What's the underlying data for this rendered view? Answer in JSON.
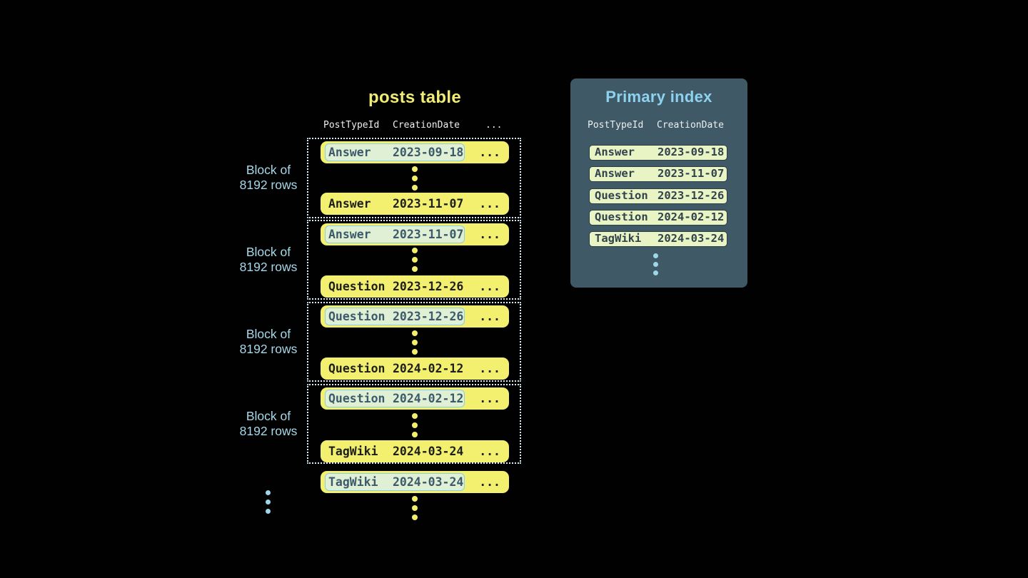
{
  "colors": {
    "background": "#010102",
    "row_yellow": "#f4f06f",
    "row_text": "#1d1f1f",
    "highlight_bg": "#dff0d4",
    "highlight_border": "#8acde9",
    "highlight_text": "#3d5a6d",
    "block_border": "#dceff7",
    "block_label_text": "#a6d8e9",
    "dot_yellow": "#f2ee6b",
    "dot_blue": "#9fd6ea",
    "panel_bg": "#3f5966",
    "panel_title": "#8dd2ef",
    "header_text": "#edf0f0",
    "index_row_bg": "#e9f4c5",
    "index_row_border": "#2d3d46",
    "index_row_text": "#31424c",
    "posts_title": "#f1ed74"
  },
  "posts_table": {
    "title": "posts table",
    "columns": [
      "PostTypeId",
      "CreationDate",
      "..."
    ],
    "blocks": [
      {
        "label_line1": "Block of",
        "label_line2": "8192 rows"
      },
      {
        "label_line1": "Block of",
        "label_line2": "8192 rows"
      },
      {
        "label_line1": "Block of",
        "label_line2": "8192 rows"
      },
      {
        "label_line1": "Block of",
        "label_line2": "8192 rows"
      }
    ],
    "rows": [
      {
        "type": "Answer",
        "date": "2023-09-18",
        "more": "...",
        "highlighted": true
      },
      {
        "type": "Answer",
        "date": "2023-11-07",
        "more": "...",
        "highlighted": false
      },
      {
        "type": "Answer",
        "date": "2023-11-07",
        "more": "...",
        "highlighted": true
      },
      {
        "type": "Question",
        "date": "2023-12-26",
        "more": "...",
        "highlighted": false
      },
      {
        "type": "Question",
        "date": "2023-12-26",
        "more": "...",
        "highlighted": true
      },
      {
        "type": "Question",
        "date": "2024-02-12",
        "more": "...",
        "highlighted": false
      },
      {
        "type": "Question",
        "date": "2024-02-12",
        "more": "...",
        "highlighted": true
      },
      {
        "type": "TagWiki",
        "date": "2024-03-24",
        "more": "...",
        "highlighted": false
      },
      {
        "type": "TagWiki",
        "date": "2024-03-24",
        "more": "...",
        "highlighted": true
      }
    ]
  },
  "primary_index": {
    "title": "Primary index",
    "columns": [
      "PostTypeId",
      "CreationDate"
    ],
    "rows": [
      {
        "type": "Answer",
        "date": "2023-09-18"
      },
      {
        "type": "Answer",
        "date": "2023-11-07"
      },
      {
        "type": "Question",
        "date": "2023-12-26"
      },
      {
        "type": "Question",
        "date": "2024-02-12"
      },
      {
        "type": "TagWiki",
        "date": "2024-03-24"
      }
    ]
  }
}
